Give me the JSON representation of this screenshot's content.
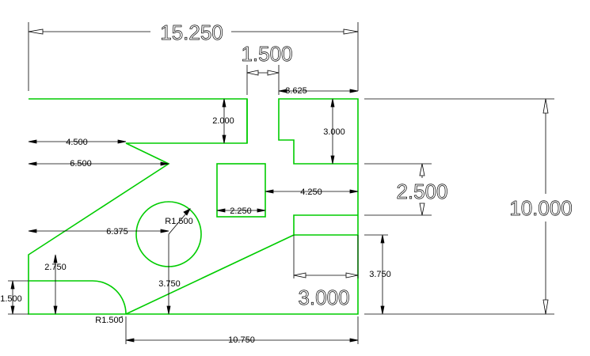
{
  "colors": {
    "geometry": "#00cc00",
    "dimension": "#000000",
    "background": "#ffffff"
  },
  "dimensions": {
    "overall_width": "15.250",
    "slot_width": "1.500",
    "top_right_offset": "3.625",
    "notch_depth": "2.000",
    "right_step_height": "3.000",
    "upper_left_offset": "4.500",
    "wedge_tip_offset": "6.500",
    "square_right_offset": "4.250",
    "right_slot_height": "2.500",
    "overall_height": "10.000",
    "square_size": "2.250",
    "circle_radius": "R1.500",
    "circle_x_offset": "6.375",
    "lower_left_height": "2.750",
    "circle_y_offset": "3.750",
    "bottom_right_height": "3.750",
    "bottom_right_width": "3.000",
    "quarter_round_height": "1.500",
    "quarter_round_radius": "R1.500",
    "bottom_offset": "10.750"
  }
}
